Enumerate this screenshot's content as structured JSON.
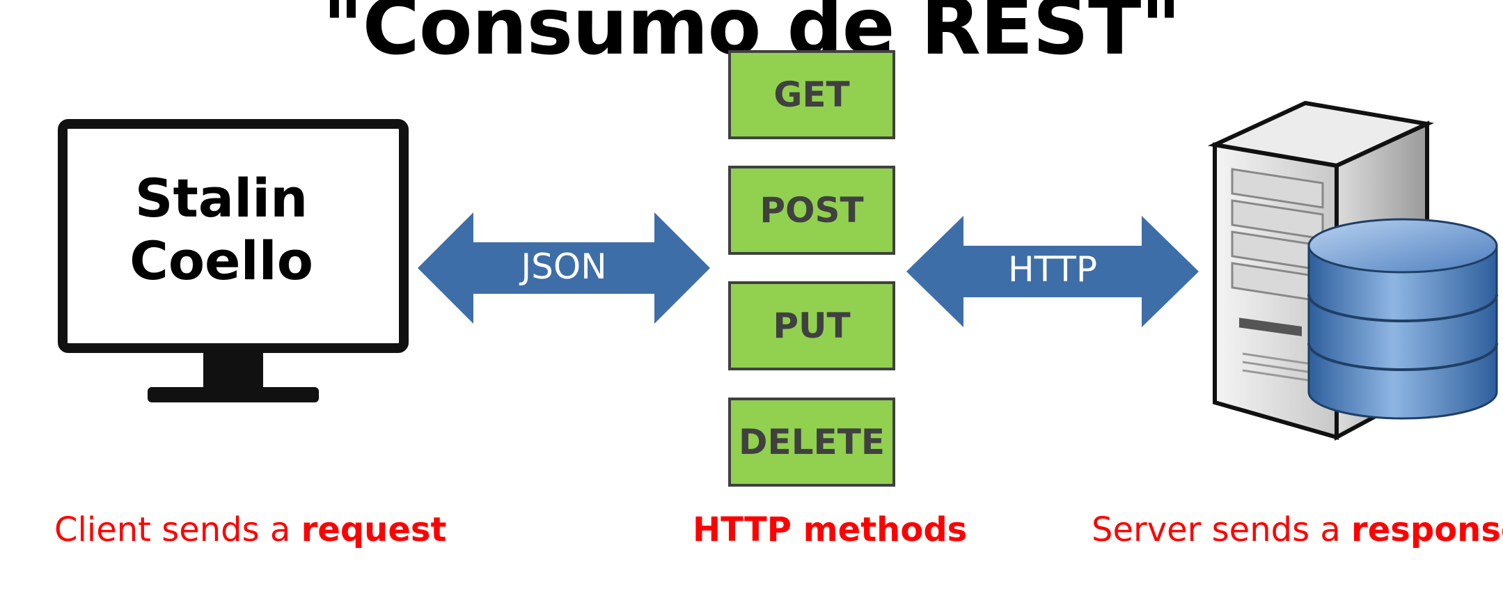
{
  "title": "\"Consumo de REST\"",
  "client": {
    "name": "Stalin\nCoello"
  },
  "arrows": {
    "left_label": "JSON",
    "right_label": "HTTP"
  },
  "methods": [
    "GET",
    "POST",
    "PUT",
    "DELETE"
  ],
  "captions": {
    "client_prefix": "Client sends a ",
    "client_bold": "request",
    "methods_label": "HTTP methods",
    "server_prefix": "Server sends a ",
    "server_bold": "response"
  },
  "colors": {
    "method_fill": "#92d050",
    "arrow_fill": "#3e6ea8",
    "caption": "#ff0000",
    "method_text": "#404040"
  }
}
